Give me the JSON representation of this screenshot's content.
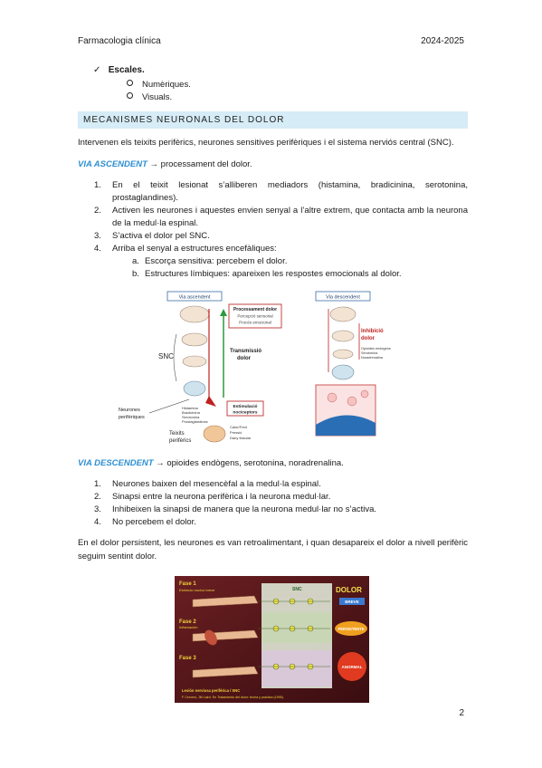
{
  "header": {
    "left": "Farmacologia clínica",
    "right": "2024-2025"
  },
  "scales": {
    "check": "✓",
    "title": "Escales.",
    "items": [
      "Numèriques.",
      "Visuals."
    ]
  },
  "section_title": "MECANISMES NEURONALS DEL DOLOR",
  "intro": "Intervenen els teixits perifèrics, neurones sensitives perifèriques i el sistema nerviós central (SNC).",
  "ascendent": {
    "label": "VIA ASCENDENT",
    "arrow": "→",
    "text": " processament del dolor.",
    "steps": [
      "En el teixit lesionat s’alliberen mediadors (histamina, bradicinina, serotonina, prostaglandines).",
      "Activen les neurones i aquestes envien senyal a l’altre extrem, que contacta amb la neurona de la medul·la espinal.",
      "S’activa el dolor pel SNC.",
      "Arriba el senyal a estructures encefàliques:"
    ],
    "substeps": [
      "Escorça sensitiva: percebem el dolor.",
      "Estructures límbiques: apareixen les respostes emocionals al dolor."
    ]
  },
  "figure1": {
    "via_asc": "Via ascendent",
    "via_desc": "Via descendent",
    "proc_title": "Processament dolor",
    "proc_1": "Percepció sensorial",
    "proc_2": "Procés emocional",
    "snc": "SNC",
    "trans_1": "Transmissió",
    "trans_2": "dolor",
    "neur_1": "Neurones",
    "neur_2": "perifèriques",
    "med_1": "Histamina",
    "med_2": "Bradicinina",
    "med_3": "Serotonina",
    "med_4": "Prostaglandines",
    "estim_1": "Estimulació",
    "estim_2": "nociceptors",
    "teix_1": "Teixits",
    "teix_2": "perifèrics",
    "stim_1": "Calor/Fred",
    "stim_2": "Pressió",
    "stim_3": "Dany tissular",
    "inhib_1": "Inhibició",
    "inhib_2": "dolor",
    "op_1": "Opioides endògens",
    "op_2": "Serotonina",
    "op_3": "Noradrenalina"
  },
  "descendent": {
    "label": "VIA DESCENDENT",
    "arrow": "→",
    "text": " opioides endògens, serotonina, noradrenalina.",
    "steps": [
      "Neurones baixen del mesencèfal a la medul·la espinal.",
      "Sinapsi entre la neurona perifèrica i la neurona medul·lar.",
      "Inhibeixen la sinapsi de manera que la neurona medul·lar no s’activa.",
      "No percebem el dolor."
    ]
  },
  "persistent": "En el dolor persistent, les neurones es van retroalimentant, i quan desapareix el dolor a nivell perifèric seguim sentint dolor.",
  "figure2": {
    "fase1": "Fase 1",
    "fase1_sub": "Estímulo nocivo breve",
    "fase2": "Fase 2",
    "fase2_sub": "Inflamación",
    "fase3": "Fase 3",
    "snc": "SNC",
    "dolor": "DOLOR",
    "breve": "BREVE",
    "persistente": "PERSISTENTE",
    "anormal": "ANORMAL",
    "footer": "Lesión nerviosa periférica / SNC",
    "credit": "F Cervero, JM Laird. En Tratamiento del dolor: teoría y práctica (1995)."
  },
  "page_number": "2"
}
